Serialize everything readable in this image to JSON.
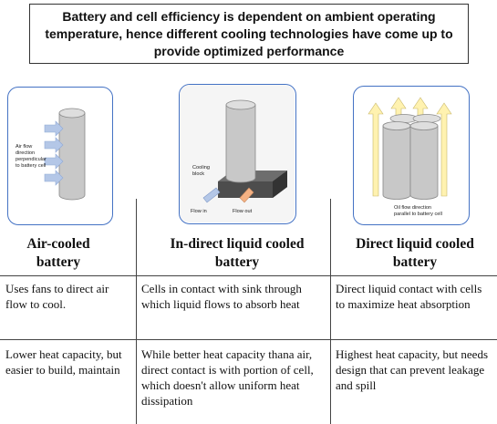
{
  "header": {
    "text": "Battery and cell efficiency is dependent on ambient operating temperature, hence  different cooling technologies have come up to provide optimized performance"
  },
  "columns": [
    {
      "title": "Air-cooled battery",
      "figure_label": "Air flow direction perpendicular to battery cell",
      "row1": "Uses fans to direct air flow to cool.",
      "row2": "Lower heat capacity, but easier to build, maintain"
    },
    {
      "title": "In-direct liquid cooled battery",
      "figure_labels": {
        "block": "Cooling block",
        "in": "Flow in",
        "out": "Flow out"
      },
      "row1": "Cells in contact with sink through which liquid flows to absorb heat",
      "row2": "While better heat capacity thana air, direct contact is with portion of cell, which doesn't allow uniform heat dissipation"
    },
    {
      "title": "Direct liquid cooled battery",
      "figure_label": "Oil flow direction parallel to battery cell",
      "row1": "Direct liquid contact with cells to maximize heat absorption",
      "row2": "Highest heat capacity, but needs design that can prevent leakage and spill"
    }
  ],
  "colors": {
    "card_border": "#4472c4",
    "cell_gray": "#c8c8c8",
    "arrow_blue": "#b4c7e7",
    "arrow_yellow": "#fff2b0",
    "flow_out": "#f4b183"
  }
}
